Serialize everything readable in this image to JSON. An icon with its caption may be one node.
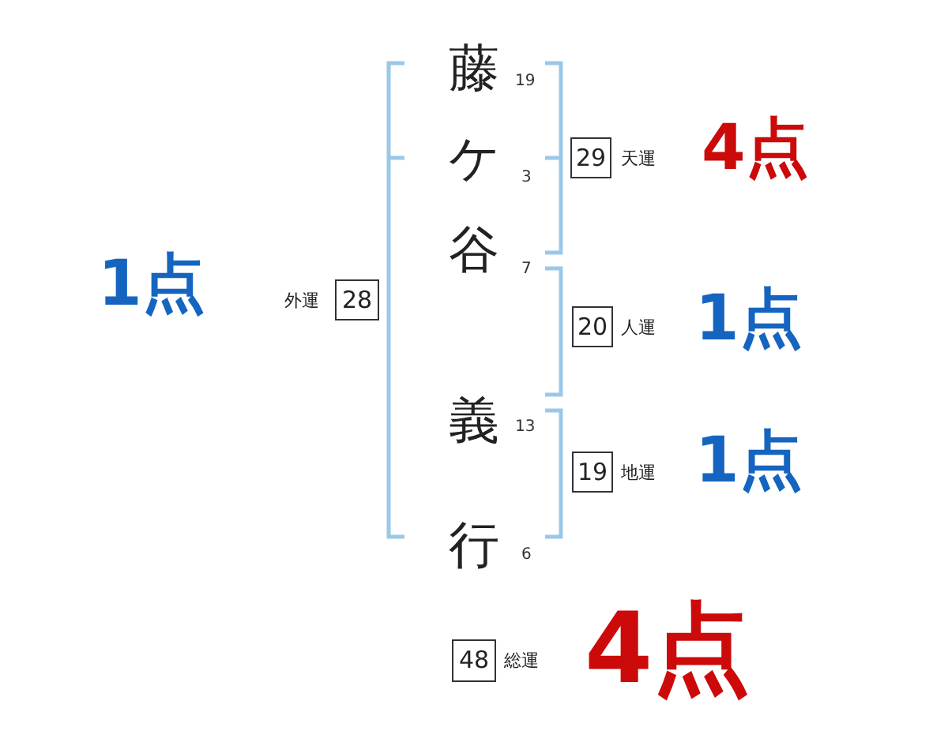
{
  "diagram": {
    "nodes": [
      {
        "text": [
          "29"
        ],
        "beside": [
          "天運",
          "4点"
        ]
      },
      {
        "text": [
          "28"
        ],
        "beside": [
          "外運",
          "1点"
        ]
      },
      {
        "text": [
          "20"
        ],
        "beside": [
          "人運",
          "1点"
        ]
      },
      {
        "text": [
          "19"
        ],
        "beside": [
          "地運",
          "1点"
        ]
      },
      {
        "text": [
          "48"
        ],
        "beside": [
          "総運",
          "4点"
        ]
      }
    ],
    "labels": [
      "藤",
      "19",
      "ケ",
      "3",
      "谷",
      "7",
      "義",
      "13",
      "行",
      "6"
    ]
  }
}
